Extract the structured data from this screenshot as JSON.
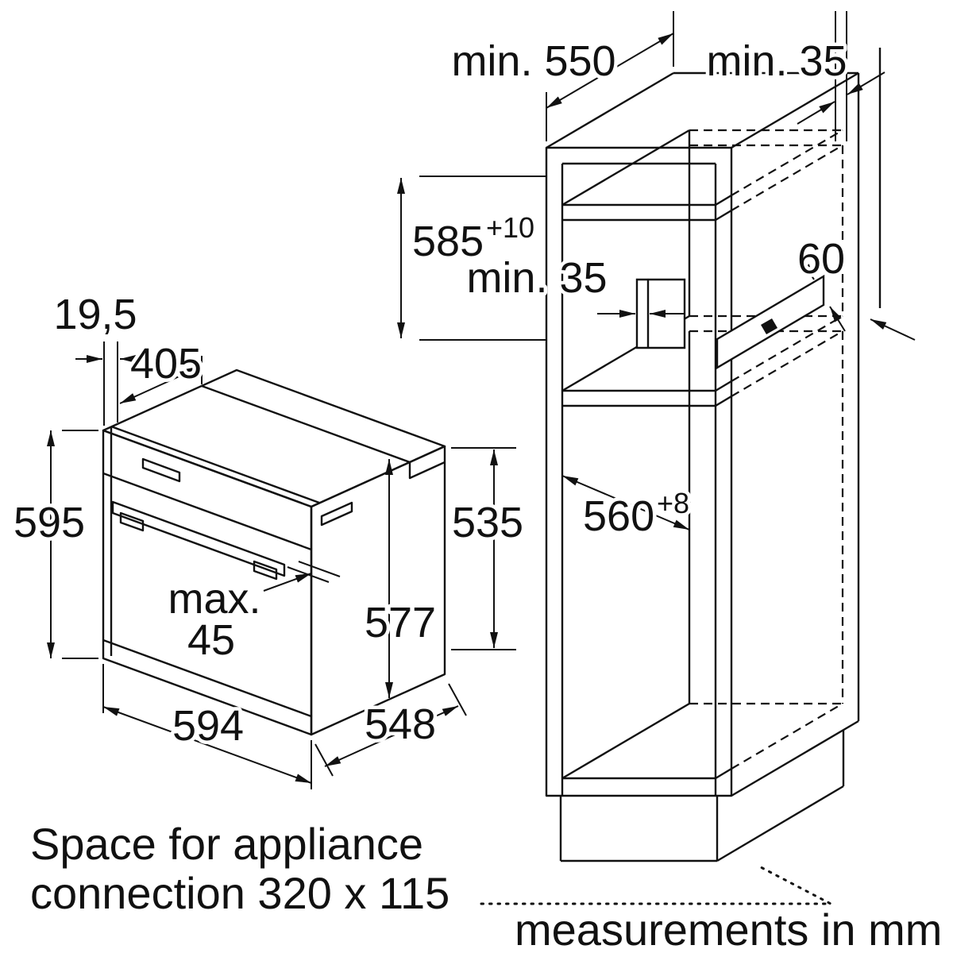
{
  "diagram": {
    "kind": "built-in-oven-installation-drawing",
    "oven": {
      "fascia_thickness": "19,5",
      "top_depth": "405",
      "front_height": "595",
      "handle_max_line1": "max.",
      "handle_max_line2": "45",
      "body_height": "577",
      "rear_height": "535",
      "width": "594",
      "depth": "548"
    },
    "cabinet": {
      "min_depth": "min. 550",
      "rear_gap_top": "min. 35",
      "niche_height": "585",
      "niche_height_tol": "+10",
      "rear_gap_mid": "min. 35",
      "strip_width": "60",
      "niche_width": "560",
      "niche_width_tol": "+8"
    },
    "notes": {
      "line1": "Space for appliance",
      "line2": "connection 320 x 115",
      "footer": "measurements in mm"
    }
  }
}
